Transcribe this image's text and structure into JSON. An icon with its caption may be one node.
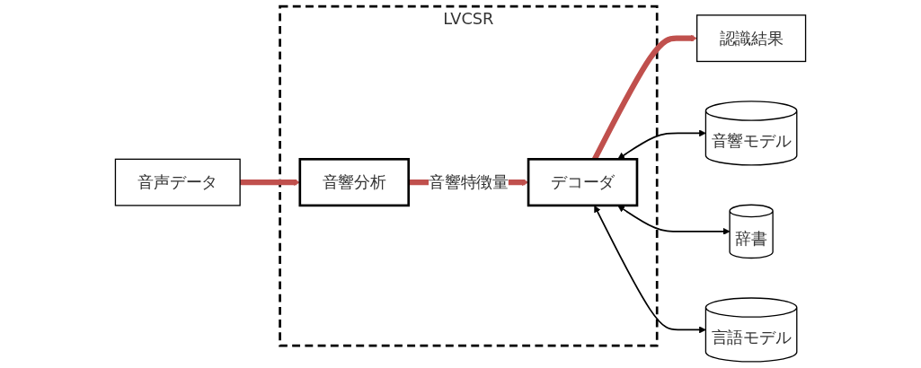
{
  "diagram": {
    "nodes": [
      {
        "text": [
          "LVCSR"
        ]
      },
      {
        "text": [
          "音声データ"
        ]
      },
      {
        "text": [
          "音響分析"
        ],
        "in": 0
      },
      {
        "text": [
          "デコーダ"
        ],
        "in": 0
      },
      {
        "text": [
          "認識結果"
        ]
      },
      {
        "text": [
          "音響モデル"
        ]
      },
      {
        "text": [
          "辞書"
        ]
      },
      {
        "text": [
          "言語モデル"
        ]
      }
    ],
    "edges": [
      {
        "from": 1,
        "to": 2,
        "arrow": "to",
        "style": "thick",
        "color": "#c0504d"
      },
      {
        "from": 2,
        "to": 3,
        "arrow": "to",
        "label": "音響特徴量",
        "style": "thick",
        "color": "#c0504d"
      },
      {
        "from": 3,
        "to": 4,
        "arrow": "to",
        "style": "thick",
        "color": "#c0504d"
      },
      {
        "from": 3,
        "to": 5,
        "arrow": "both",
        "color": "#000000"
      },
      {
        "from": 3,
        "to": 6,
        "arrow": "both",
        "color": "#000000"
      },
      {
        "from": 3,
        "to": 7,
        "arrow": "both",
        "color": "#000000"
      }
    ]
  }
}
